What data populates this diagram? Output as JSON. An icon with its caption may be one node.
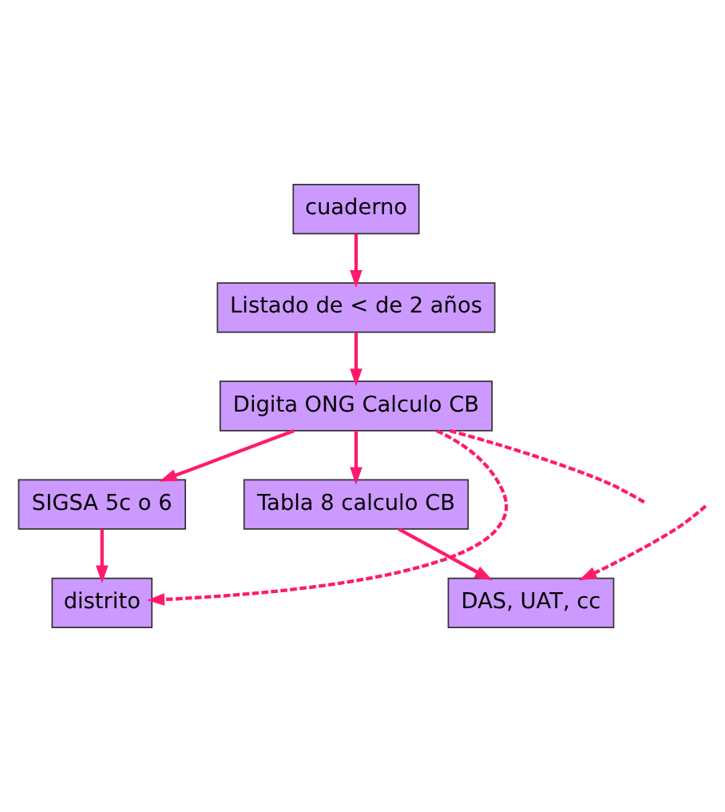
{
  "diagram": {
    "nodes": [
      {
        "text": [
          "cuaderno"
        ]
      },
      {
        "text": [
          "Listado de < de 2 años"
        ]
      },
      {
        "text": [
          "Digita ONG Calculo CB"
        ]
      },
      {
        "text": [
          "SIGSA 5c o 6"
        ]
      },
      {
        "text": [
          "Tabla 8 calculo CB"
        ]
      },
      {
        "text": [
          "distrito"
        ]
      },
      {
        "text": [
          "DAS, UAT, cc"
        ]
      }
    ],
    "edges": [
      {
        "from": 0,
        "to": 1,
        "arrow": "to"
      },
      {
        "from": 1,
        "to": 2,
        "arrow": "to"
      },
      {
        "from": 2,
        "to": 3,
        "arrow": "to"
      },
      {
        "from": 2,
        "to": 4,
        "arrow": "to"
      },
      {
        "from": 3,
        "to": 5,
        "arrow": "to"
      },
      {
        "from": 4,
        "to": 6,
        "arrow": "to"
      },
      {
        "from": 2,
        "to": 5,
        "arrow": "to",
        "style": "dashed"
      },
      {
        "from": 2,
        "to": null,
        "arrow": "none",
        "style": "dashed"
      },
      {
        "from": null,
        "to": 6,
        "arrow": "to",
        "style": "dashed"
      }
    ]
  }
}
